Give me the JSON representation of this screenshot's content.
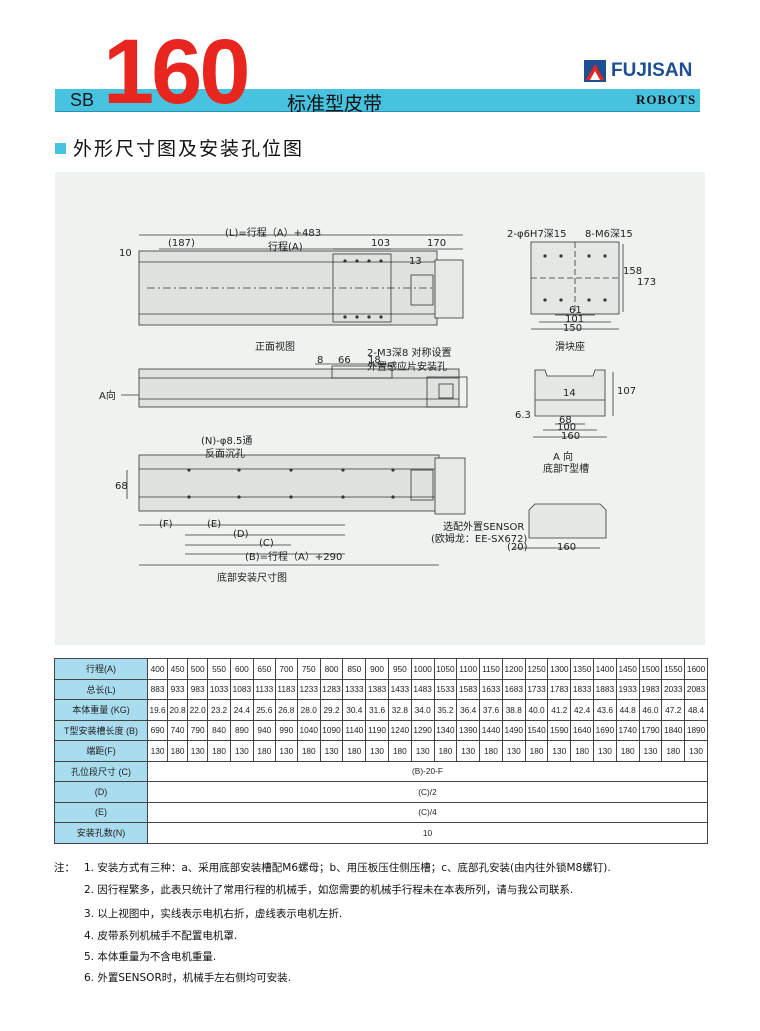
{
  "header": {
    "prefix": "SB",
    "model": "160",
    "subtitle": "标准型皮带",
    "brand": "FUJISAN",
    "brand_sub": "ROBOTS"
  },
  "section_title": "外形尺寸图及安装孔位图",
  "drawing": {
    "labels": {
      "overall_len": "(L)=行程（A）+483",
      "stroke": "行程(A)",
      "d187": "(187)",
      "d103": "103",
      "d170": "170",
      "d10": "10",
      "d13": "13",
      "front_view": "正面视图",
      "m3_note": "2-M3深8 对称设置",
      "sensor_note": "外置感应片安装孔",
      "d8": "8",
      "d66": "66",
      "d18": "18",
      "a_dir": "A向",
      "holes_note": "(N)-φ8.5通",
      "counterbore": "反面沉孔",
      "d68": "68",
      "dF": "(F)",
      "dE": "(E)",
      "dD": "(D)",
      "dC": "(C)",
      "dB": "(B)=行程（A）+290",
      "bottom_view": "底部安装尺寸图",
      "pin_note": "2-φ6H7深15",
      "m6_note": "8-M6深15",
      "d158": "158",
      "d173": "173",
      "d61": "61",
      "d101": "101",
      "d150": "150",
      "slider_seat": "滑块座",
      "d14": "14",
      "d107": "107",
      "d68b": "68",
      "d6_3": "6.3",
      "d100": "100",
      "d160a": "160",
      "a_view": "A 向",
      "t_slot": "底部T型槽",
      "sensor_opt": "选配外置SENSOR",
      "sensor_model": "(欧姆龙：EE-SX672)",
      "d20": "(20)",
      "d160b": "160"
    }
  },
  "table": {
    "rows": [
      {
        "label": "行程(A)",
        "values": [
          "400",
          "450",
          "500",
          "550",
          "600",
          "650",
          "700",
          "750",
          "800",
          "850",
          "900",
          "950",
          "1000",
          "1050",
          "1100",
          "1150",
          "1200",
          "1250",
          "1300",
          "1350",
          "1400",
          "1450",
          "1500",
          "1550",
          "1600"
        ]
      },
      {
        "label": "总长(L)",
        "values": [
          "883",
          "933",
          "983",
          "1033",
          "1083",
          "1133",
          "1183",
          "1233",
          "1283",
          "1333",
          "1383",
          "1433",
          "1483",
          "1533",
          "1583",
          "1633",
          "1683",
          "1733",
          "1783",
          "1833",
          "1883",
          "1933",
          "1983",
          "2033",
          "2083"
        ]
      },
      {
        "label": "本体重量 (KG)",
        "values": [
          "19.6",
          "20.8",
          "22.0",
          "23.2",
          "24.4",
          "25.6",
          "26.8",
          "28.0",
          "29.2",
          "30.4",
          "31.6",
          "32.8",
          "34.0",
          "35.2",
          "36.4",
          "37.6",
          "38.8",
          "40.0",
          "41.2",
          "42.4",
          "43.6",
          "44.8",
          "46.0",
          "47.2",
          "48.4"
        ]
      },
      {
        "label": "T型安装槽长度 (B)",
        "values": [
          "690",
          "740",
          "790",
          "840",
          "890",
          "940",
          "990",
          "1040",
          "1090",
          "1140",
          "1190",
          "1240",
          "1290",
          "1340",
          "1390",
          "1440",
          "1490",
          "1540",
          "1590",
          "1640",
          "1690",
          "1740",
          "1790",
          "1840",
          "1890"
        ]
      },
      {
        "label": "端距(F)",
        "values": [
          "130",
          "180",
          "130",
          "180",
          "130",
          "180",
          "130",
          "180",
          "130",
          "180",
          "130",
          "180",
          "130",
          "180",
          "130",
          "180",
          "130",
          "180",
          "130",
          "180",
          "130",
          "180",
          "130",
          "180",
          "130"
        ]
      }
    ],
    "merged_rows": [
      {
        "label": "孔位段尺寸 (C)",
        "value": "(B)-20-F"
      },
      {
        "label": "(D)",
        "value": "(C)/2"
      },
      {
        "label": "(E)",
        "value": "(C)/4"
      },
      {
        "label": "安装孔数(N)",
        "value": "10"
      }
    ]
  },
  "notes": {
    "prefix": "注：",
    "items": [
      "1. 安装方式有三种：a、采用底部安装槽配M6螺母；b、用压板压住侧压槽；c、底部孔安装(由内往外锁M8螺钉).",
      "2. 因行程繁多，此表只统计了常用行程的机械手，如您需要的机械手行程未在本表所列，请与我公司联系.",
      "3. 以上视图中，实线表示电机右折，虚线表示电机左折.",
      "4. 皮带系列机械手不配置电机罩.",
      "5. 本体重量为不含电机重量.",
      "6. 外置SENSOR时，机械手左右侧均可安装."
    ]
  },
  "colors": {
    "accent_blue": "#47c3e0",
    "model_red": "#e8261f",
    "brand_blue": "#1e4f93",
    "table_header": "#a8dcee"
  }
}
